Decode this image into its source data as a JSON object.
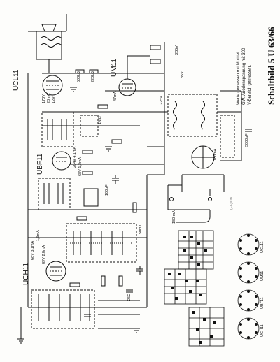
{
  "title": "Schaltbild 5 U 63/66",
  "notes": [
    "Werte gemessen mit Multitel",
    "GW. Anodenspannung mit 300",
    "V-Bereich gemessen."
  ],
  "signature": "(EF)/DB",
  "tubes": {
    "ucl11": "UCL11",
    "um11": "UM11",
    "ubf11": "UBF11",
    "uch11": "UCH11"
  },
  "values": {
    "v_ucl_1": "170V",
    "v_ucl_2": "28mA",
    "v_ucl_3": "12V",
    "v_um_1": "47mA",
    "v_um_2": "225V",
    "v_um_3": "235V",
    "v_um_4": "85V",
    "v_ubf_1": "204V 4,1mA",
    "v_ubf_2": "68V 1,2mA",
    "v_uch_1": "68V 3,1mA",
    "v_uch_2": "1,5mA",
    "v_uch_3": "89V 2,8mA",
    "r_500k": "500kΩ",
    "r_220k": "220kΩ",
    "r_1m": "1MΩ",
    "c_5000": "5000pF",
    "c_100": "100pF",
    "i_180": "180mA",
    "i_180b": "180 mA",
    "r_50k": "50kΩ",
    "r_25": "25Ω"
  },
  "pin_labels": {
    "ucl11": "UCL11",
    "um11": "UM11",
    "ubf11": "UBF11",
    "uch11": "UCH11"
  }
}
